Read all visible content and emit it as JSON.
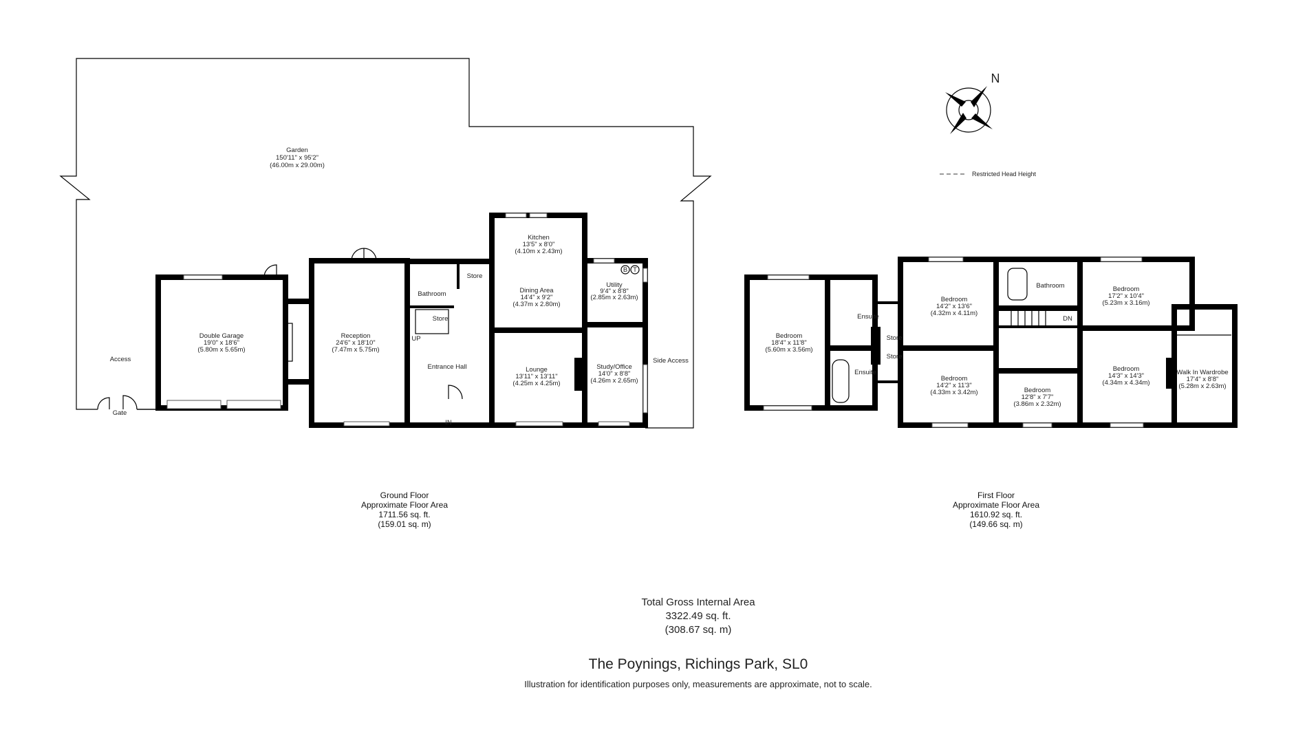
{
  "ground_floor": {
    "rooms": [
      {
        "name": "Garden",
        "imperial": "150'11\" x 95'2\"",
        "metric": "(46.00m x 29.00m)"
      },
      {
        "name": "Double Garage",
        "imperial": "19'0\" x 18'6\"",
        "metric": "(5.80m x 5.65m)"
      },
      {
        "name": "Reception",
        "imperial": "24'6\" x 18'10\"",
        "metric": "(7.47m x 5.75m)"
      },
      {
        "name": "Kitchen",
        "imperial": "13'5\" x 8'0\"",
        "metric": "(4.10m x 2.43m)"
      },
      {
        "name": "Dining Area",
        "imperial": "14'4\" x 9'2\"",
        "metric": "(4.37m x 2.80m)"
      },
      {
        "name": "Utility",
        "imperial": "9'4\" x 8'8\"",
        "metric": "(2.85m x 2.63m)"
      },
      {
        "name": "Lounge",
        "imperial": "13'11\" x 13'11\"",
        "metric": "(4.25m x 4.25m)"
      },
      {
        "name": "Study/Office",
        "imperial": "14'0\" x 8'8\"",
        "metric": "(4.26m x 2.65m)"
      }
    ],
    "labels": {
      "bathroom": "Bathroom",
      "store1": "Store",
      "store2": "Store",
      "up": "UP",
      "entrance_hall": "Entrance Hall",
      "in": "IN",
      "access": "Access",
      "gate": "Gate",
      "side_access": "Side Access",
      "boiler": "B",
      "tank": "T"
    },
    "summary": {
      "title": "Ground Floor",
      "subtitle": "Approximate Floor Area",
      "sqft": "1711.56 sq. ft.",
      "sqm": "(159.01 sq. m)"
    }
  },
  "first_floor": {
    "rooms": [
      {
        "name": "Bedroom",
        "imperial": "18'4\" x 11'8\"",
        "metric": "(5.60m x 3.56m)"
      },
      {
        "name": "Bedroom",
        "imperial": "14'2\" x 13'6\"",
        "metric": "(4.32m x 4.11m)"
      },
      {
        "name": "Bedroom",
        "imperial": "14'2\" x 11'3\"",
        "metric": "(4.33m x 3.42m)"
      },
      {
        "name": "Bedroom",
        "imperial": "12'8\" x 7'7\"",
        "metric": "(3.86m x 2.32m)"
      },
      {
        "name": "Bedroom",
        "imperial": "17'2\" x 10'4\"",
        "metric": "(5.23m x 3.16m)"
      },
      {
        "name": "Bedroom",
        "imperial": "14'3\" x 14'3\"",
        "metric": "(4.34m x 4.34m)"
      },
      {
        "name": "Walk In Wardrobe",
        "imperial": "17'4\" x 8'8\"",
        "metric": "(5.28m x 2.63m)"
      }
    ],
    "labels": {
      "ensuite1": "Ensuite",
      "ensuite2": "Ensuite",
      "store1": "Store",
      "store2": "Store",
      "bathroom": "Bathroom",
      "dn": "DN"
    },
    "summary": {
      "title": "First Floor",
      "subtitle": "Approximate Floor Area",
      "sqft": "1610.92 sq. ft.",
      "sqm": "(149.66 sq. m)"
    }
  },
  "compass": {
    "north_label": "N",
    "icon": "compass-rose-icon"
  },
  "legend": {
    "restricted_head_height": "Restricted Head Height"
  },
  "total": {
    "title": "Total Gross Internal Area",
    "sqft": "3322.49 sq. ft.",
    "sqm": "(308.67 sq. m)"
  },
  "address": "The Poynings, Richings Park, SL0",
  "disclaimer": "Illustration for identification purposes only, measurements are approximate, not to scale."
}
